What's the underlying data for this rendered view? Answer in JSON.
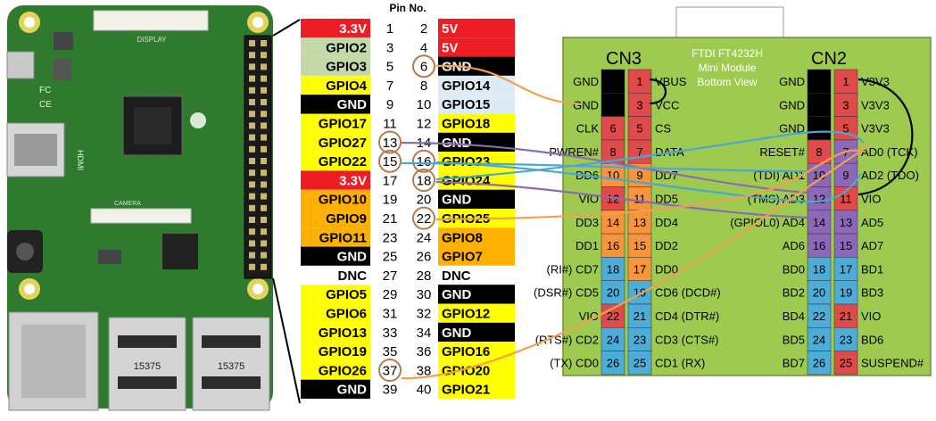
{
  "pi_header": {
    "title": "Pin No.",
    "rows": [
      {
        "left": "3.3V",
        "ln": "1",
        "rn": "2",
        "right": "5V",
        "lc": "red",
        "rc": "red"
      },
      {
        "left": "GPIO2",
        "ln": "3",
        "rn": "4",
        "right": "5V",
        "lc": "sage",
        "rc": "red"
      },
      {
        "left": "GPIO3",
        "ln": "5",
        "rn": "6",
        "right": "GND",
        "lc": "sage",
        "rc": "black"
      },
      {
        "left": "GPIO4",
        "ln": "7",
        "rn": "8",
        "right": "GPIO14",
        "lc": "yellow",
        "rc": "lightblue"
      },
      {
        "left": "GND",
        "ln": "9",
        "rn": "10",
        "right": "GPIO15",
        "lc": "black",
        "rc": "lightblue"
      },
      {
        "left": "GPIO17",
        "ln": "11",
        "rn": "12",
        "right": "GPIO18",
        "lc": "yellow",
        "rc": "yellow"
      },
      {
        "left": "GPIO27",
        "ln": "13",
        "rn": "14",
        "right": "GND",
        "lc": "yellow",
        "rc": "black"
      },
      {
        "left": "GPIO22",
        "ln": "15",
        "rn": "16",
        "right": "GPIO23",
        "lc": "yellow",
        "rc": "yellow"
      },
      {
        "left": "3.3V",
        "ln": "17",
        "rn": "18",
        "right": "GPIO24",
        "lc": "red",
        "rc": "yellow"
      },
      {
        "left": "GPIO10",
        "ln": "19",
        "rn": "20",
        "right": "GND",
        "lc": "orange",
        "rc": "black"
      },
      {
        "left": "GPIO9",
        "ln": "21",
        "rn": "22",
        "right": "GPIO25",
        "lc": "orange",
        "rc": "yellow"
      },
      {
        "left": "GPIO11",
        "ln": "23",
        "rn": "24",
        "right": "GPIO8",
        "lc": "orange",
        "rc": "orange"
      },
      {
        "left": "GND",
        "ln": "25",
        "rn": "26",
        "right": "GPIO7",
        "lc": "black",
        "rc": "orange"
      },
      {
        "left": "DNC",
        "ln": "27",
        "rn": "28",
        "right": "DNC",
        "lc": "white",
        "rc": "white"
      },
      {
        "left": "GPIO5",
        "ln": "29",
        "rn": "30",
        "right": "GND",
        "lc": "yellow",
        "rc": "black"
      },
      {
        "left": "GPIO6",
        "ln": "31",
        "rn": "32",
        "right": "GPIO12",
        "lc": "yellow",
        "rc": "yellow"
      },
      {
        "left": "GPIO13",
        "ln": "33",
        "rn": "34",
        "right": "GND",
        "lc": "yellow",
        "rc": "black"
      },
      {
        "left": "GPIO19",
        "ln": "35",
        "rn": "36",
        "right": "GPIO16",
        "lc": "yellow",
        "rc": "yellow"
      },
      {
        "left": "GPIO26",
        "ln": "37",
        "rn": "38",
        "right": "GPIO20",
        "lc": "yellow",
        "rc": "yellow"
      },
      {
        "left": "GND",
        "ln": "39",
        "rn": "40",
        "right": "GPIO21",
        "lc": "black",
        "rc": "yellow"
      }
    ],
    "circled_pins": [
      "6",
      "13",
      "15",
      "16",
      "18",
      "22",
      "37"
    ]
  },
  "pi_board": {
    "labels": [
      "DISPLAY",
      "HDMI",
      "CAMERA",
      "15375",
      "15375",
      "FC",
      "CE"
    ]
  },
  "module": {
    "title_lines": [
      "FTDI FT4232H",
      "Mini Module",
      "Bottom View"
    ],
    "cn3": {
      "name": "CN3",
      "rows": [
        {
          "outer": "GND",
          "ln": "",
          "rn": "1",
          "inner": "VBUS",
          "lc": "black",
          "rc": "red"
        },
        {
          "outer": "GND",
          "ln": "",
          "rn": "3",
          "inner": "VCC",
          "lc": "black",
          "rc": "red"
        },
        {
          "outer": "CLK",
          "ln": "6",
          "rn": "5",
          "inner": "CS",
          "lc": "red",
          "rc": "red"
        },
        {
          "outer": "PWREN#",
          "ln": "8",
          "rn": "7",
          "inner": "DATA",
          "lc": "red",
          "rc": "red"
        },
        {
          "outer": "DD6",
          "ln": "10",
          "rn": "9",
          "inner": "DD7",
          "lc": "orange",
          "rc": "orange"
        },
        {
          "outer": "VIO",
          "ln": "12",
          "rn": "11",
          "inner": "DD5",
          "lc": "red",
          "rc": "orange"
        },
        {
          "outer": "DD3",
          "ln": "14",
          "rn": "13",
          "inner": "DD4",
          "lc": "orange",
          "rc": "orange"
        },
        {
          "outer": "DD1",
          "ln": "16",
          "rn": "15",
          "inner": "DD2",
          "lc": "orange",
          "rc": "orange"
        },
        {
          "outer": "(RI#) CD7",
          "ln": "18",
          "rn": "17",
          "inner": "DD0",
          "lc": "blue",
          "rc": "orange"
        },
        {
          "outer": "(DSR#) CD5",
          "ln": "20",
          "rn": "19",
          "inner": "CD6 (DCD#)",
          "lc": "blue",
          "rc": "blue"
        },
        {
          "outer": "VIO",
          "ln": "22",
          "rn": "21",
          "inner": "CD4 (DTR#)",
          "lc": "red",
          "rc": "blue"
        },
        {
          "outer": "(RTS#) CD2",
          "ln": "24",
          "rn": "23",
          "inner": "CD3 (CTS#)",
          "lc": "blue",
          "rc": "blue"
        },
        {
          "outer": "(TX) CD0",
          "ln": "26",
          "rn": "25",
          "inner": "CD1 (RX)",
          "lc": "blue",
          "rc": "blue"
        }
      ]
    },
    "cn2": {
      "name": "CN2",
      "rows": [
        {
          "inner": "GND",
          "ln": "",
          "rn": "1",
          "outer": "V3V3",
          "lc": "black",
          "rc": "red"
        },
        {
          "inner": "GND",
          "ln": "",
          "rn": "3",
          "outer": "V3V3",
          "lc": "black",
          "rc": "red"
        },
        {
          "inner": "GND",
          "ln": "",
          "rn": "5",
          "outer": "V3V3",
          "lc": "black",
          "rc": "red"
        },
        {
          "inner": "RESET#",
          "ln": "8",
          "rn": "7",
          "outer": "AD0 (TCK)",
          "lc": "red",
          "rc": "purple"
        },
        {
          "inner": "(TDI) AD1",
          "ln": "10",
          "rn": "9",
          "outer": "AD2 (TDO)",
          "lc": "purple",
          "rc": "purple"
        },
        {
          "inner": "(TMS) AD3",
          "ln": "12",
          "rn": "11",
          "outer": "VIO",
          "lc": "purple",
          "rc": "red"
        },
        {
          "inner": "(GPIOL0) AD4",
          "ln": "14",
          "rn": "13",
          "outer": "AD5",
          "lc": "purple",
          "rc": "purple"
        },
        {
          "inner": "AD6",
          "ln": "16",
          "rn": "15",
          "outer": "AD7",
          "lc": "purple",
          "rc": "purple"
        },
        {
          "inner": "BD0",
          "ln": "18",
          "rn": "17",
          "outer": "BD1",
          "lc": "blue",
          "rc": "blue"
        },
        {
          "inner": "BD2",
          "ln": "20",
          "rn": "19",
          "outer": "BD3",
          "lc": "blue",
          "rc": "blue"
        },
        {
          "inner": "BD4",
          "ln": "22",
          "rn": "21",
          "outer": "VIO",
          "lc": "blue",
          "rc": "red"
        },
        {
          "inner": "BD5",
          "ln": "24",
          "rn": "23",
          "outer": "BD6",
          "lc": "blue",
          "rc": "blue"
        },
        {
          "inner": "BD7",
          "ln": "26",
          "rn": "25",
          "outer": "SUSPEND#",
          "lc": "blue",
          "rc": "red"
        }
      ]
    }
  },
  "palette": {
    "red": "#ee1c24",
    "sage": "#c4d9a8",
    "yellow": "#ffff00",
    "lightblue": "#dcebf6",
    "black": "#000000",
    "orange": "#ffb000",
    "white": "#ffffff",
    "pin_red": "#e04a4a",
    "pin_orange": "#f7953c",
    "pin_blue": "#4dadd8",
    "pin_purple": "#8e68b8",
    "module_green": "#9fca50",
    "pcb_green": "#2f7a2f",
    "wire_orange": "#f0a050",
    "wire_purple": "#8a6bb0",
    "wire_blue": "#4aa8d0",
    "wire_black": "#000000"
  }
}
